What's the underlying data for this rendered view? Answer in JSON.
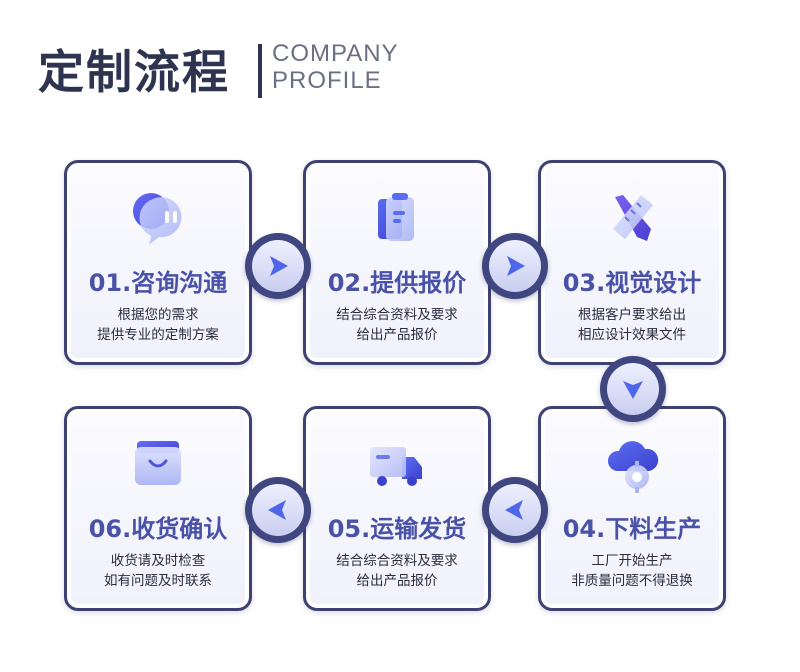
{
  "header": {
    "title": "定制流程",
    "subtitle_line1": "COMPANY",
    "subtitle_line2": "PROFILE"
  },
  "steps": [
    {
      "title": "01.咨询沟通",
      "desc1": "根据您的需求",
      "desc2": "提供专业的定制方案",
      "icon": "chat-bubbles-icon"
    },
    {
      "title": "02.提供报价",
      "desc1": "结合综合资料及要求",
      "desc2": "给出产品报价",
      "icon": "clipboard-icon"
    },
    {
      "title": "03.视觉设计",
      "desc1": "根据客户要求给出",
      "desc2": "相应设计效果文件",
      "icon": "pencil-ruler-icon"
    },
    {
      "title": "04.下料生产",
      "desc1": "工厂开始生产",
      "desc2": "非质量问题不得退换",
      "icon": "cloud-gear-icon"
    },
    {
      "title": "05.运输发货",
      "desc1": "结合综合资料及要求",
      "desc2": "给出产品报价",
      "icon": "delivery-truck-icon"
    },
    {
      "title": "06.收货确认",
      "desc1": "收货请及时检查",
      "desc2": "如有问题及时联系",
      "icon": "shopping-bag-icon"
    }
  ],
  "colors": {
    "accent": "#4a52a8",
    "border": "#3e4272",
    "title": "#2e3350",
    "icon_blue": "#4a63e8",
    "icon_purple": "#8a5cf0"
  }
}
